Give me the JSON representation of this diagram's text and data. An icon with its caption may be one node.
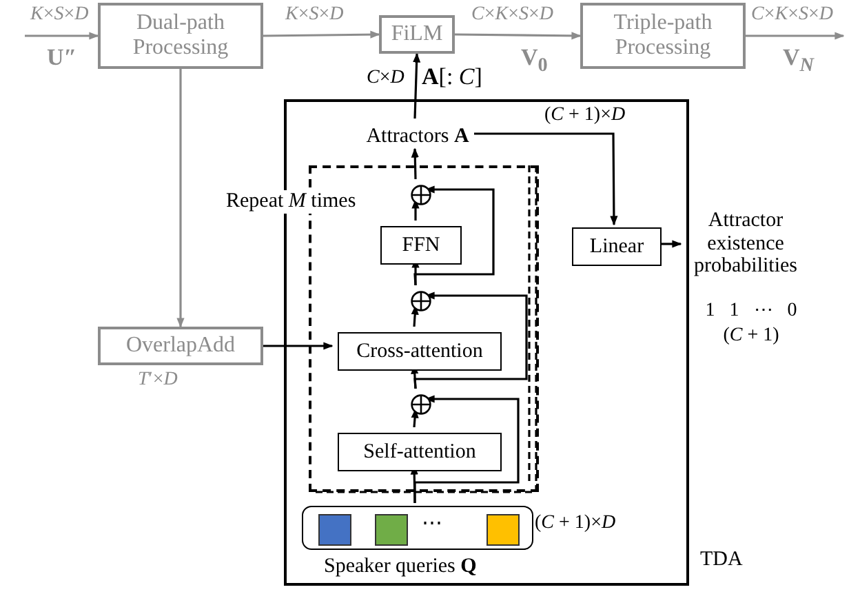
{
  "diagram": {
    "nodes": [
      {
        "text": [
          "Dual-path Processing"
        ]
      },
      {
        "text": [
          "FiLM"
        ]
      },
      {
        "text": [
          "Triple-path Processing"
        ]
      },
      {
        "text": [
          "TDA"
        ]
      },
      {
        "text": [
          "Attractors **A**"
        ],
        "in": 3
      },
      {
        "text": [
          "Repeat *M* times"
        ],
        "in": 3
      },
      {
        "text": [],
        "shape": "circle",
        "in": 5
      },
      {
        "text": [
          "FFN"
        ],
        "in": 5
      },
      {
        "text": [],
        "shape": "circle",
        "in": 5
      },
      {
        "text": [
          "Cross-attention"
        ],
        "in": 5
      },
      {
        "text": [],
        "shape": "circle",
        "in": 5
      },
      {
        "text": [
          "Self-attention"
        ],
        "in": 5
      },
      {
        "text": [
          "Speaker queries **Q**"
        ],
        "in": 3,
        "beside": [
          "(*C* + 1)×*D*"
        ]
      },
      {
        "text": [],
        "shape": "box",
        "in": 12
      },
      {
        "text": [],
        "shape": "box",
        "in": 12
      },
      {
        "text": [],
        "shape": "box",
        "in": 12
      },
      {
        "text": [
          "Linear"
        ],
        "in": 3
      },
      {
        "text": [
          "OverlapAdd"
        ],
        "beside": [
          "*T*′×*D*"
        ]
      },
      {
        "text": [
          "Attractor existence probabilities"
        ],
        "beside": [
          "1   1   ⋯   0",
          "(*C* + 1)"
        ]
      }
    ],
    "edges": [
      {
        "from": null,
        "to": 0,
        "arrow": "to",
        "label": "*K*×*S*×*D*",
        "color": "#8c8c8c"
      },
      {
        "from": 0,
        "to": 1,
        "arrow": "to",
        "label": "*K*×*S*×*D*",
        "color": "#8c8c8c"
      },
      {
        "from": 1,
        "to": 2,
        "arrow": "to",
        "label": "*C*×*K*×*S*×*D*",
        "color": "#8c8c8c"
      },
      {
        "from": 2,
        "to": null,
        "arrow": "to",
        "label": "*C*×*K*×*S*×*D*",
        "color": "#8c8c8c"
      },
      {
        "from": 0,
        "to": 17,
        "arrow": "to",
        "color": "#8c8c8c"
      },
      {
        "from": 17,
        "to": 9,
        "arrow": "to"
      },
      {
        "from": 4,
        "to": 1,
        "arrow": "to",
        "label": "*C*×*D*"
      },
      {
        "from": 4,
        "to": 16,
        "arrow": "to",
        "label": "(*C* + 1)×*D*"
      },
      {
        "from": 16,
        "to": 18,
        "arrow": "to"
      },
      {
        "from": 12,
        "to": 11,
        "arrow": "to"
      },
      {
        "from": 11,
        "to": 10,
        "arrow": "to"
      },
      {
        "from": 10,
        "to": 9,
        "arrow": "to"
      },
      {
        "from": 9,
        "to": 8,
        "arrow": "to"
      },
      {
        "from": 8,
        "to": 7,
        "arrow": "to"
      },
      {
        "from": 7,
        "to": 6,
        "arrow": "to"
      },
      {
        "from": 6,
        "to": 4,
        "arrow": "to"
      },
      {
        "from": 12,
        "to": 10,
        "arrow": "to"
      },
      {
        "from": 10,
        "to": 8,
        "arrow": "to"
      },
      {
        "from": 8,
        "to": 6,
        "arrow": "to"
      }
    ],
    "labels": [
      "U″",
      "V$_{0}$",
      "V$_{N}$",
      "**A**[: *C*]",
      "⋯"
    ]
  }
}
